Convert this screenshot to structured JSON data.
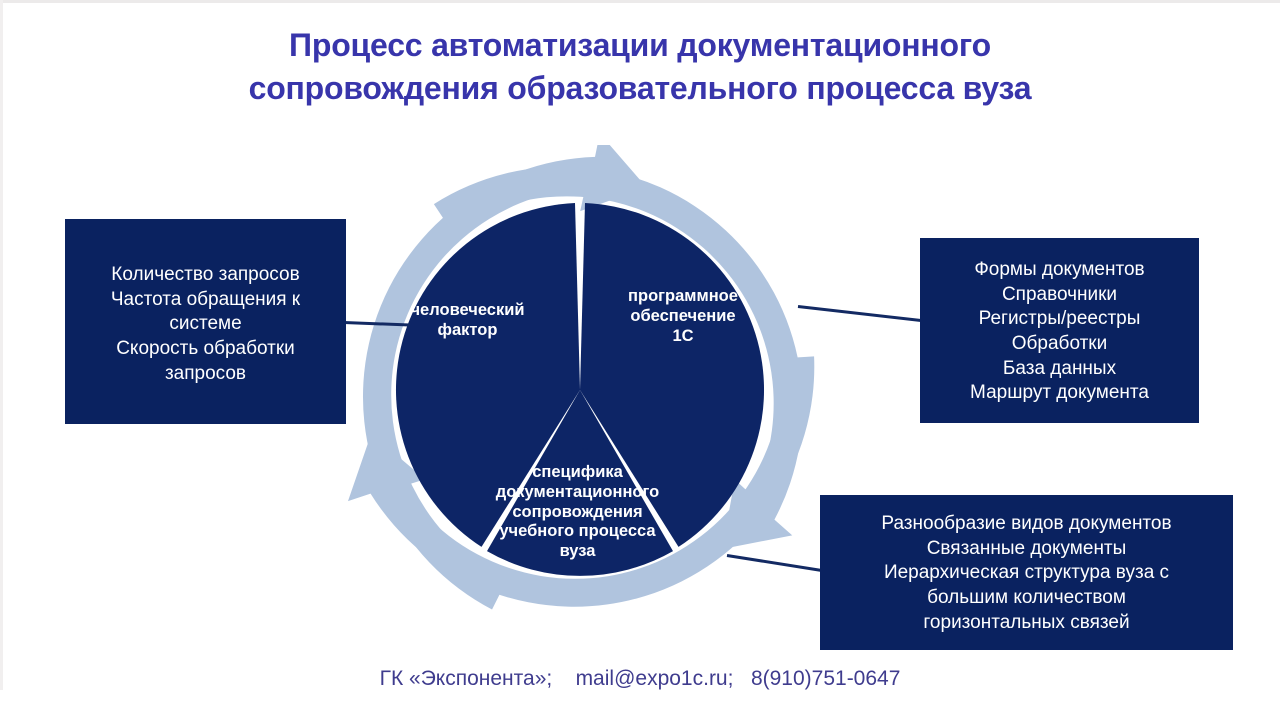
{
  "title": {
    "line1": "Процесс автоматизации документационного",
    "line2": "сопровождения образовательного процесса вуза",
    "color": "#3835ab"
  },
  "diagram": {
    "type": "cycle",
    "direction": "clockwise",
    "ring_color": "#b0c4de",
    "segment_color": "#0d2566",
    "segments": [
      {
        "id": "human-factor",
        "label_line1": "человеческий",
        "label_line2": "фактор"
      },
      {
        "id": "software-1c",
        "label_line1": "программное",
        "label_line2": "обеспечение",
        "label_line3": "1С"
      },
      {
        "id": "document-specifics",
        "label_line1": "специфика",
        "label_line2": "документационного",
        "label_line3": "сопровождения",
        "label_line4": "учебного процесса",
        "label_line5": "вуза"
      }
    ]
  },
  "boxes": {
    "left": {
      "name": "human-factor-details",
      "box_color": "#0a2260",
      "lines": [
        "Количество запросов",
        "Частота обращения к",
        "системе",
        "Скорость обработки",
        "запросов"
      ]
    },
    "right_top": {
      "name": "software-details",
      "box_color": "#0a2260",
      "lines": [
        "Формы документов",
        "Справочники",
        "Регистры/реестры",
        "Обработки",
        "База данных",
        "Маршрут документа"
      ]
    },
    "right_bottom": {
      "name": "specifics-details",
      "box_color": "#0a2260",
      "lines": [
        "Разнообразие видов документов",
        "Связанные документы",
        "Иерархическая структура вуза с",
        "большим количеством",
        "горизонтальных связей"
      ]
    }
  },
  "footer": {
    "text": "ГК «Экспонента»;    mail@expo1c.ru;   8(910)751-0647",
    "color": "#3f3c8e"
  }
}
